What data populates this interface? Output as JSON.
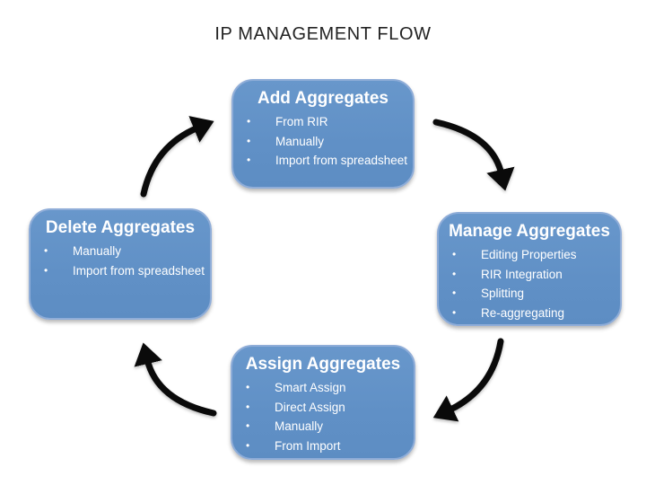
{
  "title": "IP MANAGEMENT FLOW",
  "ui": {
    "bullet": "•"
  },
  "colors": {
    "box_fill": "#6090c6",
    "box_border": "#8fadd8",
    "box_text": "#ffffff",
    "arrow": "#0a0a0a",
    "title_text": "#232323",
    "background": "#ffffff"
  },
  "boxes": [
    {
      "id": "add-aggregates",
      "title": "Add Aggregates",
      "items": [
        "From RIR",
        "Manually",
        "Import from spreadsheet"
      ]
    },
    {
      "id": "manage-aggregates",
      "title": "Manage Aggregates",
      "items": [
        "Editing Properties",
        "RIR Integration",
        "Splitting",
        "Re-aggregating"
      ]
    },
    {
      "id": "assign-aggregates",
      "title": "Assign Aggregates",
      "items": [
        "Smart Assign",
        "Direct Assign",
        "Manually",
        "From Import"
      ]
    },
    {
      "id": "delete-aggregates",
      "title": "Delete Aggregates",
      "items": [
        "Manually",
        "Import from spreadsheet"
      ]
    }
  ],
  "arrows": [
    {
      "from": "add-aggregates",
      "to": "manage-aggregates",
      "direction": "clockwise"
    },
    {
      "from": "manage-aggregates",
      "to": "assign-aggregates",
      "direction": "clockwise"
    },
    {
      "from": "assign-aggregates",
      "to": "delete-aggregates",
      "direction": "clockwise"
    },
    {
      "from": "delete-aggregates",
      "to": "add-aggregates",
      "direction": "clockwise"
    }
  ]
}
